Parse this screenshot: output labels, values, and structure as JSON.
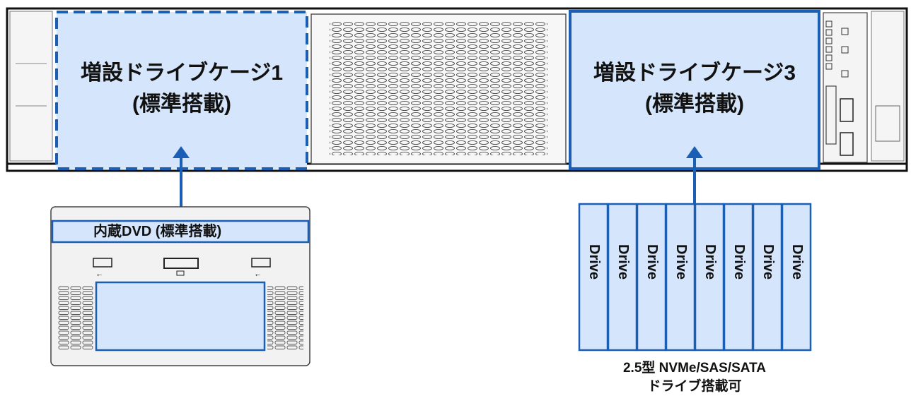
{
  "cages": {
    "left": {
      "line1": "増設ドライブケージ1",
      "line2": "(標準搭載)"
    },
    "right": {
      "line1": "増設ドライブケージ3",
      "line2": "(標準搭載)"
    }
  },
  "dvd": {
    "title": "内蔵DVD (標準搭載)"
  },
  "drives": [
    "Drive",
    "Drive",
    "Drive",
    "Drive",
    "Drive",
    "Drive",
    "Drive",
    "Drive"
  ],
  "caption": {
    "line1": "2.5型 NVMe/SAS/SATA",
    "line2": "ドライブ搭載可"
  },
  "colors": {
    "accent": "#1a5fb4",
    "fill": "#d5e5fb",
    "frame": "#111111",
    "panel": "#f2f2f2"
  }
}
